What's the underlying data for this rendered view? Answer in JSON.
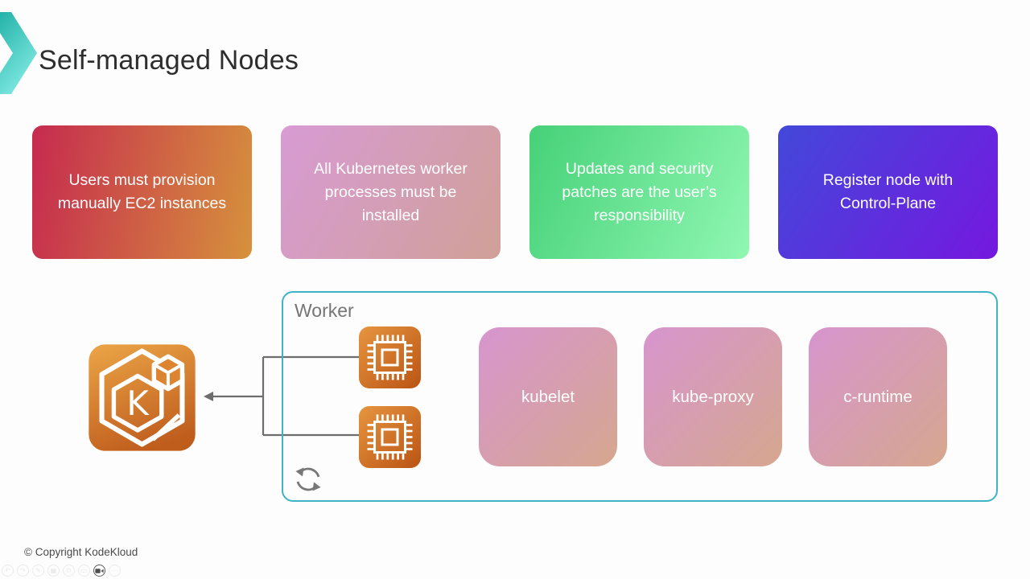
{
  "header": {
    "title": "Self-managed Nodes",
    "title_color": "#2d2d2d",
    "logo_gradient": {
      "angle": "170deg",
      "from": "#23b2a8",
      "to": "#7fe9e2"
    }
  },
  "top_cards": [
    {
      "text": "Users must provision manually EC2 instances",
      "gradient": {
        "angle": "100deg",
        "from": "#c62a4f",
        "to": "#d6913c"
      }
    },
    {
      "text": "All Kubernetes worker processes must be installed",
      "gradient": {
        "angle": "120deg",
        "from": "#d89bd4",
        "to": "#d0a097"
      }
    },
    {
      "text": "Updates and security patches are the user’s responsibility",
      "gradient": {
        "angle": "115deg",
        "from": "#46d178",
        "to": "#90f7b2"
      }
    },
    {
      "text": "Register node with Control-Plane",
      "gradient": {
        "angle": "125deg",
        "from": "#4348da",
        "to": "#7518df"
      }
    }
  ],
  "worker": {
    "label": "Worker",
    "border_color": "#3eb3c8",
    "label_color": "#757575",
    "components": [
      {
        "text": "kubelet"
      },
      {
        "text": "kube-proxy"
      },
      {
        "text": "c-runtime"
      }
    ],
    "component_gradient": {
      "angle": "135deg",
      "from": "#d795cf",
      "to": "#d6a78e"
    }
  },
  "eks": {
    "letter": "K",
    "gradient": {
      "from": "#e9a144",
      "to": "#bf5d1d"
    }
  },
  "ec2_chip": {
    "gradient": {
      "from": "#e6953f",
      "to": "#ba5414"
    }
  },
  "diagram": {
    "arrow_color": "#6e6e6e"
  },
  "footer": {
    "copyright": "© Copyright KodeKloud"
  },
  "toolbar": {
    "items": [
      {
        "name": "undo",
        "glyph": "↶"
      },
      {
        "name": "redo",
        "glyph": "↷"
      },
      {
        "name": "pen",
        "glyph": "✎"
      },
      {
        "name": "shapes",
        "glyph": "▦"
      },
      {
        "name": "zoom",
        "glyph": "⊙"
      },
      {
        "name": "screen",
        "glyph": "▭"
      },
      {
        "name": "camera",
        "glyph": ""
      },
      {
        "name": "more",
        "glyph": "⋯"
      }
    ]
  },
  "icons": {
    "chevron-logo": "teal right-pointing chevron (svg)",
    "ec2-chip-icon": "orange rounded square with white cpu chip (svg)",
    "eks-icon": "orange rounded square, white hexagon cube with K (svg)",
    "refresh-icon": "gray circular arrows (svg)",
    "arrow-left-icon": "gray bracket connector with left arrowhead (svg)"
  }
}
